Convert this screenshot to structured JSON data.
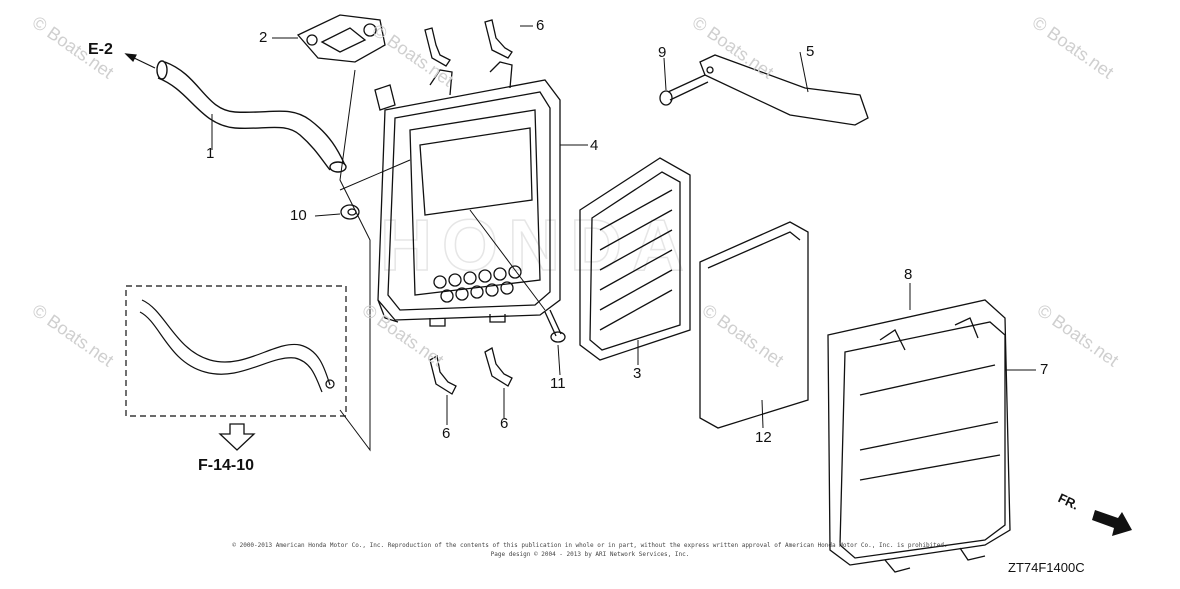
{
  "watermark": "© Boats.net",
  "refs": {
    "e2": "E-2",
    "f1410": "F-14-10"
  },
  "parts": [
    {
      "label": "1"
    },
    {
      "label": "2"
    },
    {
      "label": "3"
    },
    {
      "label": "4"
    },
    {
      "label": "5"
    },
    {
      "label": "6"
    },
    {
      "label": "6"
    },
    {
      "label": "6"
    },
    {
      "label": "7"
    },
    {
      "label": "8"
    },
    {
      "label": "9"
    },
    {
      "label": "10"
    },
    {
      "label": "11"
    },
    {
      "label": "12"
    }
  ],
  "direction": "FR.",
  "diagram_code": "ZT74F1400C",
  "copyright": {
    "line1": "© 2000-2013 American Honda Motor Co., Inc. Reproduction of the contents of this publication in whole or in part, without the express written approval of American Honda Motor Co., Inc. is prohibited.",
    "line2": "Page design © 2004 - 2013 by ARI Network Services, Inc."
  }
}
